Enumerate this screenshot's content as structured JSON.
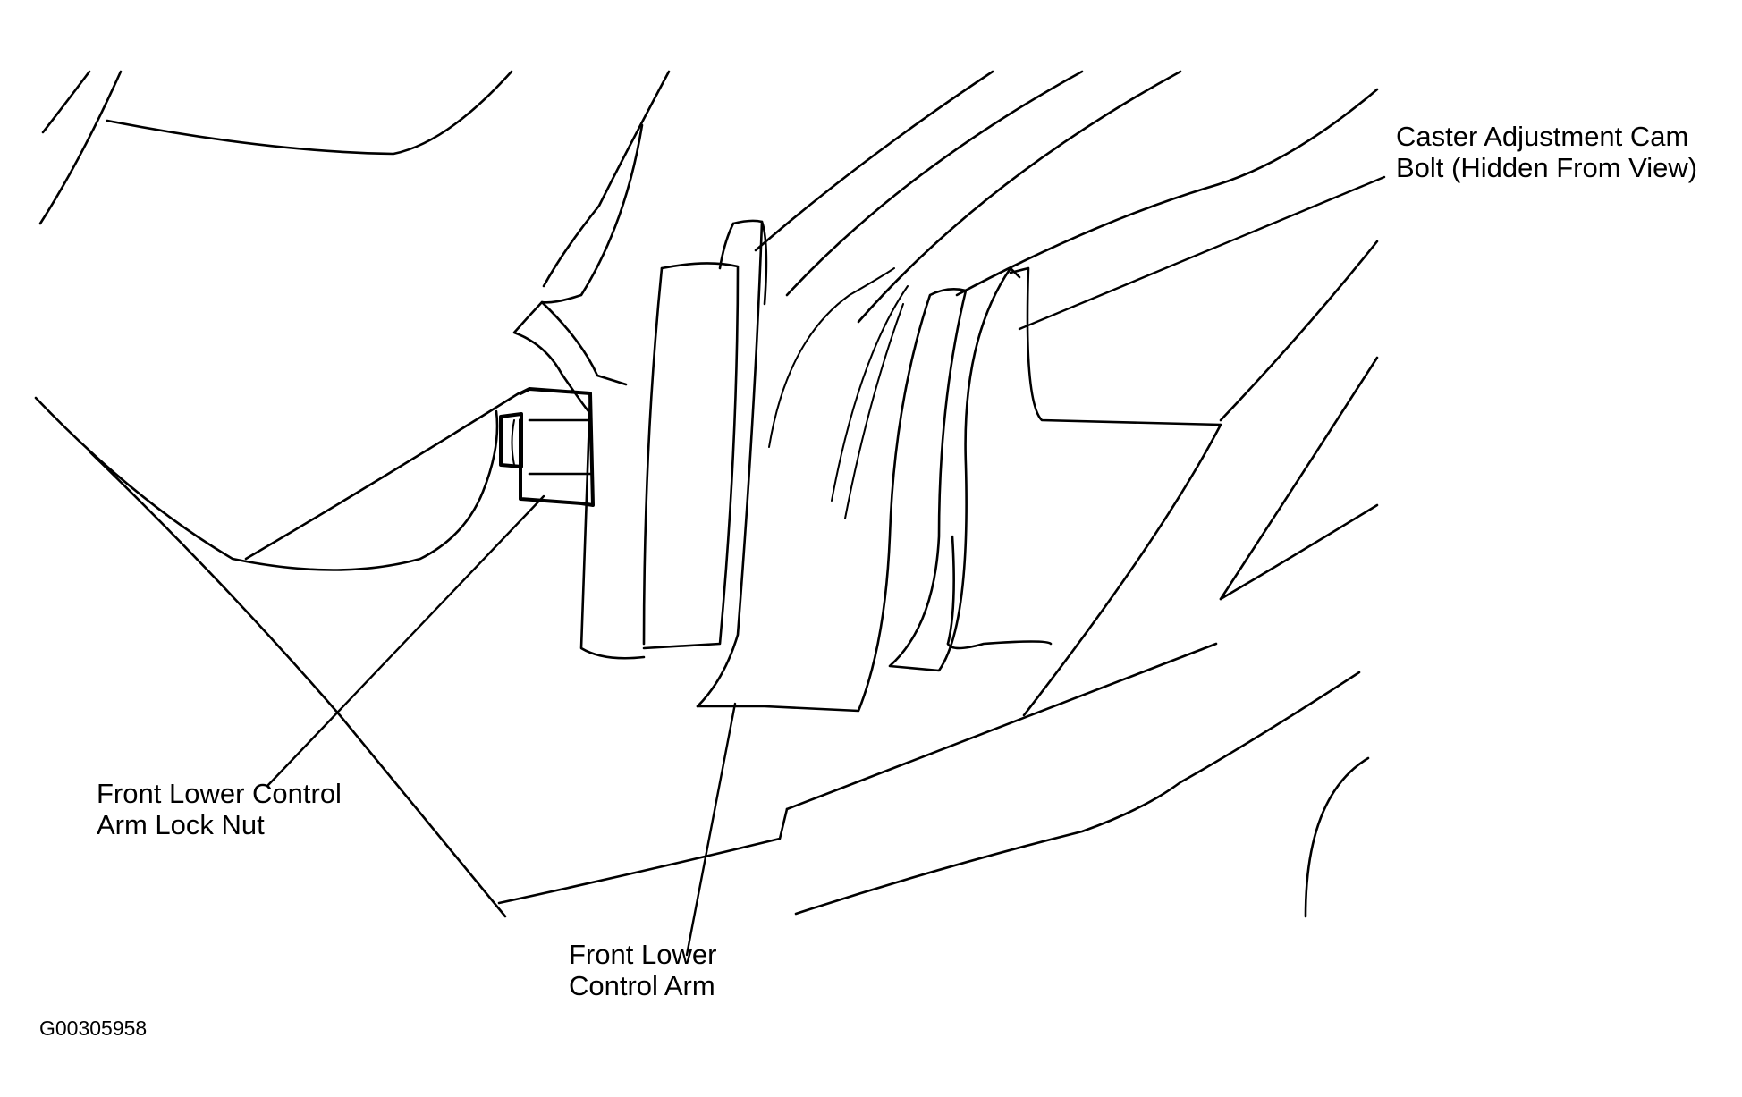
{
  "labels": {
    "caster_cam_bolt": [
      "Caster Adjustment Cam",
      "Bolt (Hidden From View)"
    ],
    "lock_nut": [
      "Front Lower Control",
      "Arm Lock Nut"
    ],
    "control_arm": [
      "Front Lower",
      "Control Arm"
    ]
  },
  "figure_id": "G00305958"
}
